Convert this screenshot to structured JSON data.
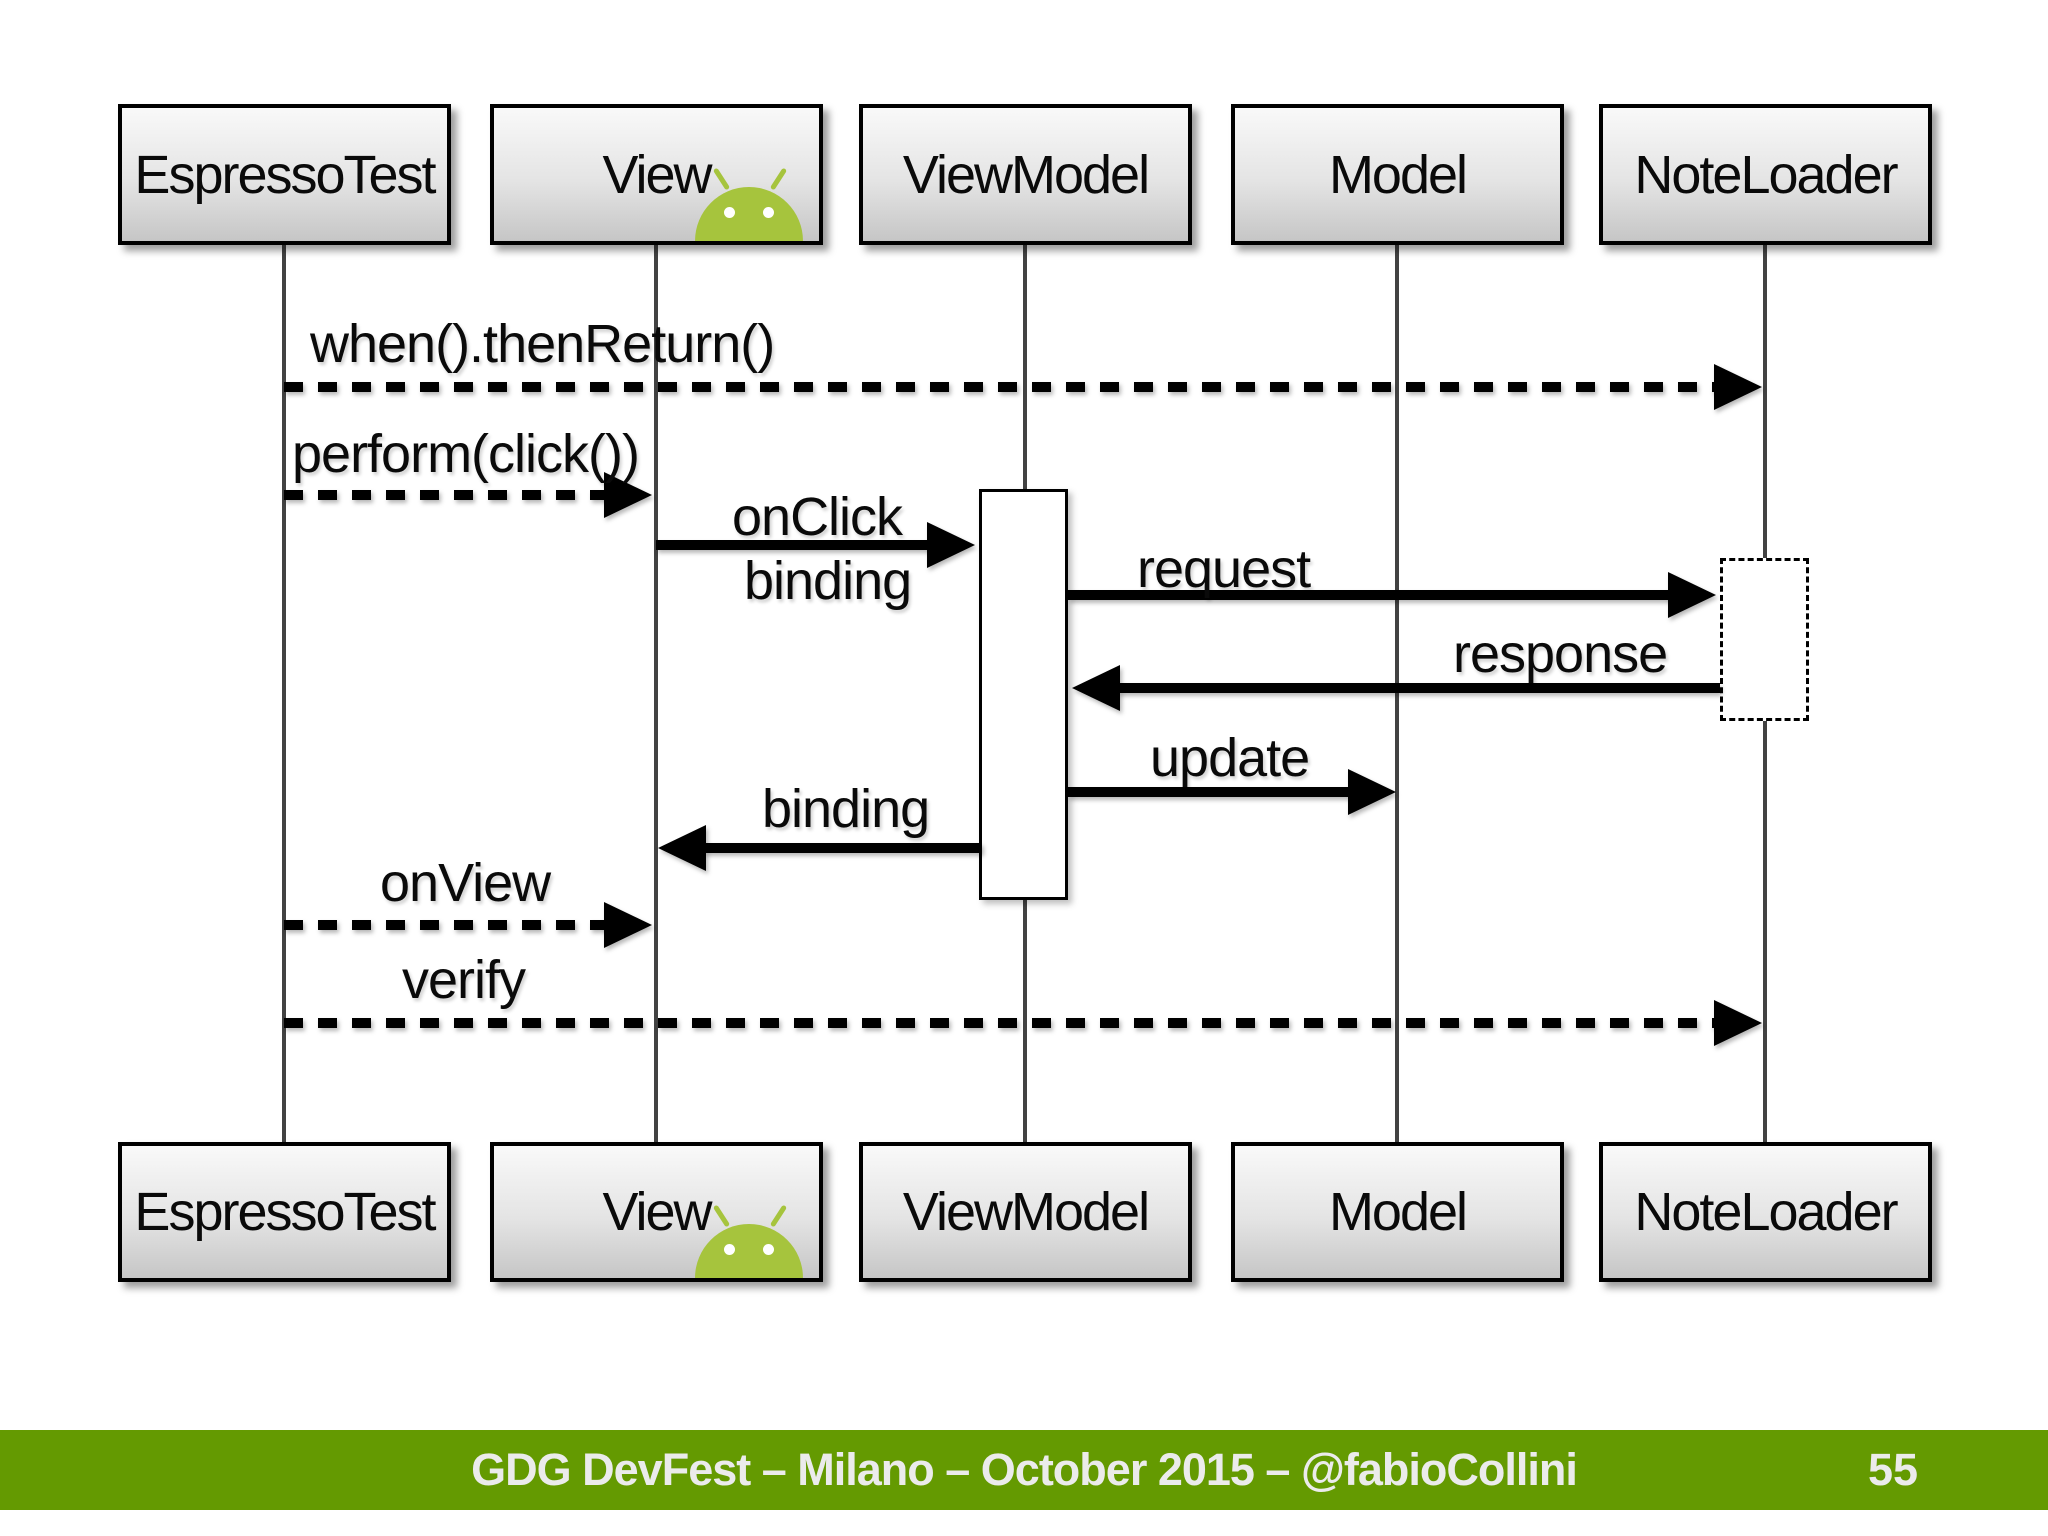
{
  "participants": [
    {
      "label": "EspressoTest"
    },
    {
      "label": "View"
    },
    {
      "label": "ViewModel"
    },
    {
      "label": "Model"
    },
    {
      "label": "NoteLoader"
    }
  ],
  "messages": {
    "when_then_return": "when().thenReturn()",
    "perform_click": "perform(click())",
    "on_click": "onClick",
    "binding_to_viewmodel": "binding",
    "request": "request",
    "response": "response",
    "update": "update",
    "binding_to_view": "binding",
    "on_view": "onView",
    "verify": "verify"
  },
  "footer": {
    "text": "GDG DevFest – Milano – October 2015 – @fabioCollini",
    "page_number": "55"
  },
  "icons": {
    "android_robot": "android-robot-icon"
  },
  "colors": {
    "footer_green": "#649a01",
    "android_green": "#a6c43d",
    "box_fill_top": "#f9f9f9",
    "box_fill_bottom": "#c6c6c6",
    "box_border": "#000000",
    "lifeline_gray": "#424242",
    "arrow_black": "#000000"
  }
}
